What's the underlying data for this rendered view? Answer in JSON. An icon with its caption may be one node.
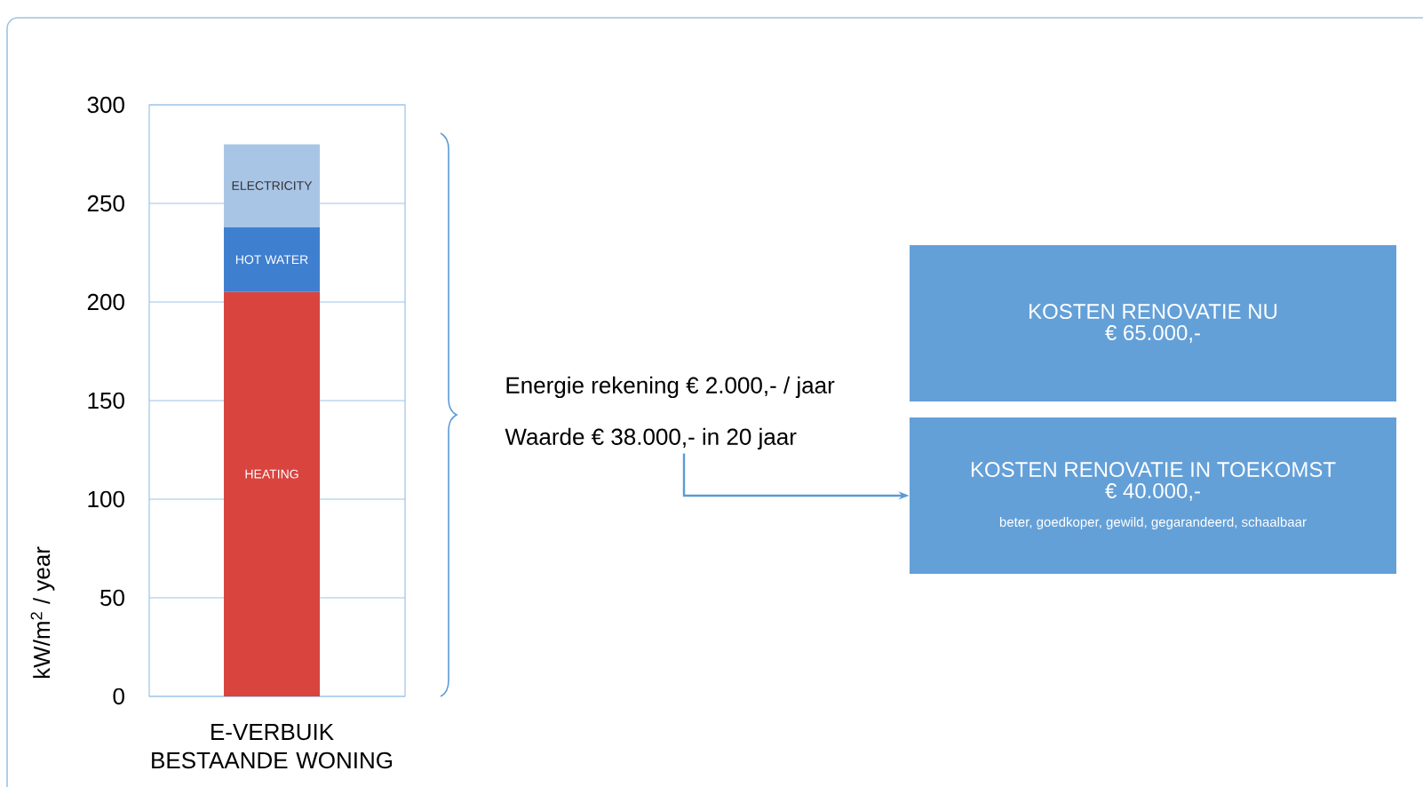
{
  "diagram": {
    "nodes": [
      {
        "text": [
          "Energie rekening € 2.000,- / jaar"
        ]
      },
      {
        "text": [
          "Waarde  € 38.000,- in 20 jaar"
        ]
      },
      {
        "text": [
          "KOSTEN RENOVATIE NU",
          "€ 65.000,-"
        ]
      },
      {
        "text": [
          "KOSTEN RENOVATIE IN TOEKOMST",
          "€ 40.000,-",
          "beter, goedkoper, gewild, gegarandeerd, schaalbaar"
        ]
      }
    ],
    "edges": [
      {
        "from": 1,
        "to": 3,
        "arrow": "to"
      }
    ],
    "chart_data": {
      "type": "bar",
      "categories": [
        "E-VERBUIK BESTAANDE WONING"
      ],
      "ylabel": "kW/m$^{2}$ / year",
      "stacked": true,
      "grid": true,
      "ylim": [
        0,
        300
      ],
      "yticks": [
        0,
        50,
        100,
        150,
        200,
        250,
        300
      ],
      "series": [
        {
          "name": "HEATING",
          "color": "#d9443f",
          "values": [
            205
          ]
        },
        {
          "name": "HOT WATER",
          "color": "#3f7fcf",
          "values": [
            33
          ]
        },
        {
          "name": "ELECTRICITY",
          "color": "#a9c5e6",
          "values": [
            42
          ]
        }
      ]
    }
  }
}
